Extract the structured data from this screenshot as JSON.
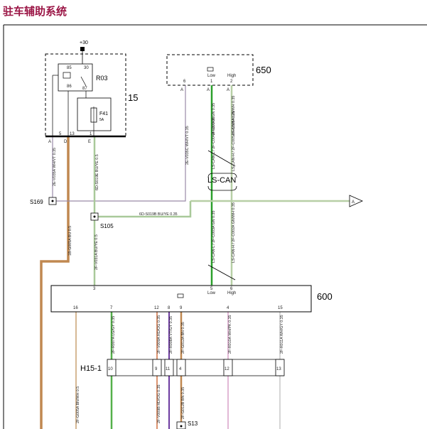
{
  "title": "驻车辅助系统",
  "colors": {
    "title": "#9b1646",
    "brown": "#c08850",
    "green": "#55b04a",
    "green_yellow": "#a9c99a",
    "white_violet": "#9a8aa8",
    "violet": "#6d3ba0",
    "white_pink": "#d9a0c8",
    "white_yellow": "#c9c9c9",
    "red_orange": "#d07040",
    "ls_can_high": "#b7cfa6",
    "ls_can_low": "#2ca02c"
  },
  "supply": {
    "label": "+30"
  },
  "relay_module": {
    "number": "15",
    "relay": "R03",
    "fuse": "F41",
    "fuse_rating": "5A",
    "relay_pins": [
      "85",
      "30",
      "86",
      "87"
    ],
    "bottom_pins": [
      "A",
      "D",
      "E"
    ],
    "bottom_pin_numbers": [
      "5",
      "13",
      "1"
    ]
  },
  "module_650": {
    "number": "650",
    "pin_letters": [
      "A",
      "A",
      "A"
    ],
    "pin_numbers": [
      "6",
      "1",
      "2"
    ],
    "pin_names": [
      "Low",
      "High"
    ]
  },
  "module_600": {
    "number": "600",
    "top_pins": [
      "3",
      "5",
      "6"
    ],
    "top_pin_names": [
      "Low",
      "High"
    ],
    "bottom_pins": [
      "16",
      "7",
      "12",
      "8",
      "9",
      "4",
      "15"
    ]
  },
  "bus": {
    "label": "LS-CAN"
  },
  "splices": {
    "s169": "S169",
    "s105": "S105",
    "s13": "S13"
  },
  "connector": {
    "name": "H15-1",
    "pins": [
      "10",
      "9",
      "11",
      "4",
      "12",
      "13"
    ]
  },
  "offpage_ref": "A",
  "wires": {
    "w1": "2E-V035A WH/VT 0.35",
    "w2": "6D-S019E BU/YE 0.5",
    "w3": "2E-V035C WH/VT 0.35",
    "w4": "2F-C004A GN 0.35",
    "w5": "2F-C005A GN/WH 0.35",
    "w6": "LS-CAN-L / 2F-C004A GN 0.35",
    "w7": "LS-CAN-H / 2F-C005A GN/WH 0.35",
    "w8": "6D-S019B BU/YE 0.35",
    "w9": "1B-G005A BU 0.5",
    "w10": "2F-V031A BU/YE 0.5",
    "w11": "LS-CAN-L / 2F-C003A GN 0.35",
    "w12": "LS-CAN-H / 2F-C002A GN/WH 0.35",
    "w13": "2F-G005A BN/WH 0.5",
    "w14": "2F-R007A LG/GY 0.35",
    "w15": "2F-V009A RD/OG 0.35",
    "w16": "2F-R008A VT/GY 0.35",
    "w17": "2F-G012A BN 0.35",
    "w18": "2F-R010A WH/PK 0.35",
    "w19": "2F-R011A WH/GY 0.35",
    "w20": "2F-V009B RD/OG 0.35",
    "w21": "2F-G012B BN 0.35"
  }
}
